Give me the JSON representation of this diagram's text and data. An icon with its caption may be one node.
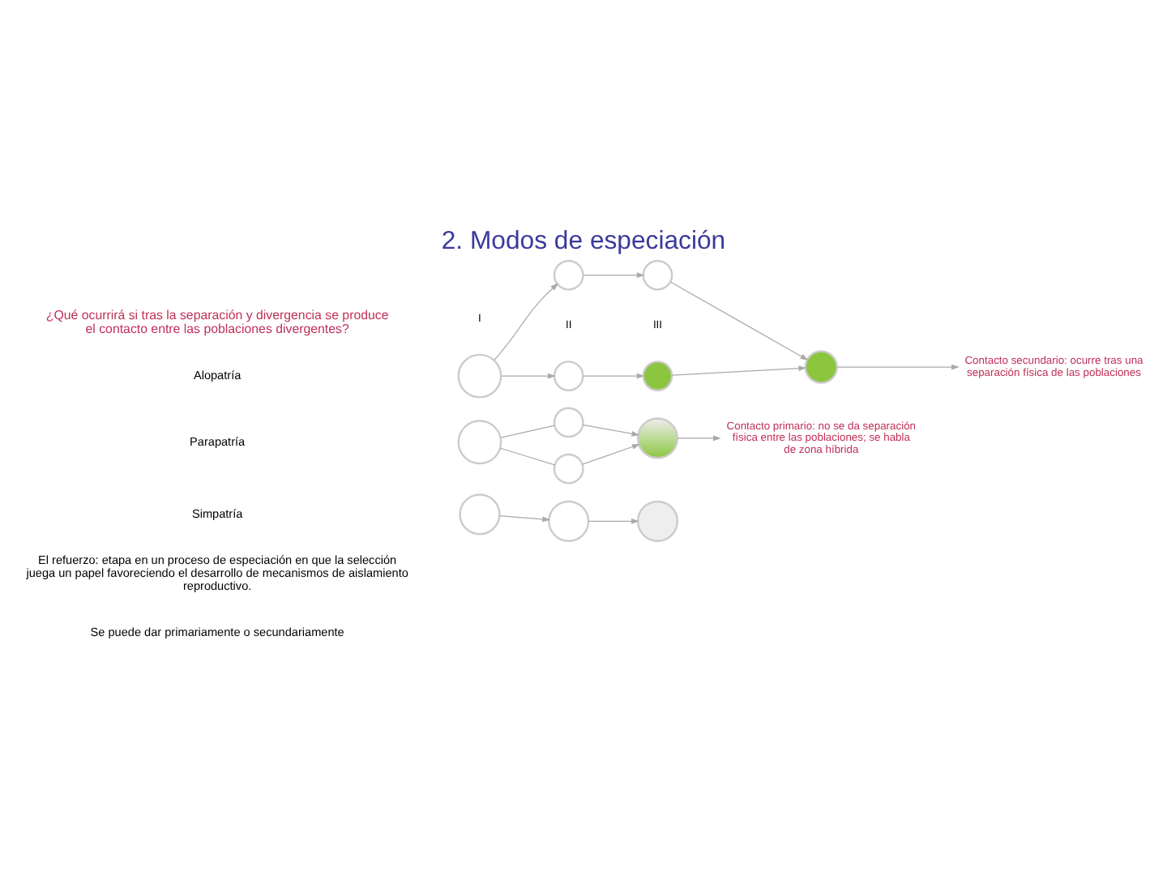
{
  "diagram": {
    "title": "2. Modos de especiación",
    "nodes": [
      {
        "text": [],
        "shape": "circle"
      },
      {
        "text": [],
        "shape": "circle"
      },
      {
        "text": [],
        "shape": "circle"
      },
      {
        "text": [],
        "shape": "circle"
      },
      {
        "text": [],
        "shape": "circle"
      },
      {
        "text": [],
        "shape": "circle"
      },
      {
        "text": [
          "Contacto secundario: ocurre tras una separación física de las poblaciones"
        ]
      },
      {
        "text": [],
        "shape": "circle"
      },
      {
        "text": [],
        "shape": "circle"
      },
      {
        "text": [],
        "shape": "circle"
      },
      {
        "text": [],
        "shape": "circle"
      },
      {
        "text": [
          "Contacto primario: no se da separación física entre las poblaciones; se habla de zona híbrida"
        ]
      },
      {
        "text": [],
        "shape": "circle"
      },
      {
        "text": [],
        "shape": "circle"
      },
      {
        "text": [],
        "shape": "circle"
      }
    ],
    "edges": [
      {
        "from": 0,
        "to": 1,
        "arrow": "to"
      },
      {
        "from": 0,
        "to": 2,
        "arrow": "to"
      },
      {
        "from": 1,
        "to": 3,
        "arrow": "to"
      },
      {
        "from": 2,
        "to": 4,
        "arrow": "to"
      },
      {
        "from": 3,
        "to": 5,
        "arrow": "to"
      },
      {
        "from": 4,
        "to": 5,
        "arrow": "to"
      },
      {
        "from": 5,
        "to": 6,
        "arrow": "to"
      },
      {
        "from": 7,
        "to": 8,
        "arrow": "none"
      },
      {
        "from": 7,
        "to": 9,
        "arrow": "none"
      },
      {
        "from": 8,
        "to": 10,
        "arrow": "to"
      },
      {
        "from": 9,
        "to": 10,
        "arrow": "to"
      },
      {
        "from": 10,
        "to": 11,
        "arrow": "to"
      },
      {
        "from": 12,
        "to": 13,
        "arrow": "to"
      },
      {
        "from": 13,
        "to": 14,
        "arrow": "to"
      }
    ],
    "labels": [
      "¿Qué ocurrirá si tras la separación y divergencia se produce el contacto entre las poblaciones divergentes?",
      "I",
      "II",
      "III",
      "Alopatría",
      "Parapatría",
      "Simpatría",
      "El refuerzo: etapa en un proceso de especiación en que la selección juega un papel favoreciendo el desarrollo de mecanismos de aislamiento reproductivo.",
      "Se puede dar primariamente o secundariamente"
    ]
  }
}
